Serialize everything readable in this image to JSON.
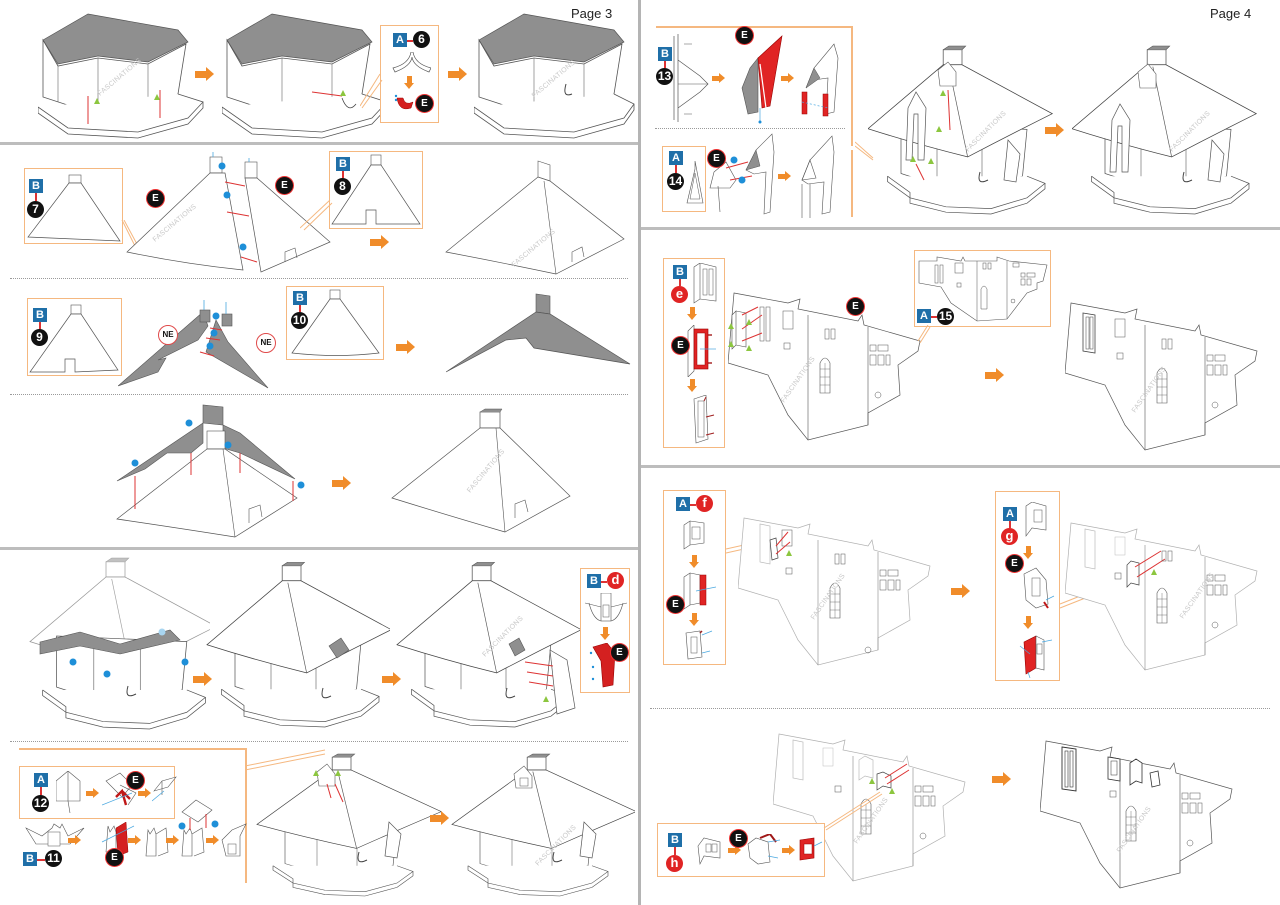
{
  "document": {
    "left_page": {
      "label": "Page 3"
    },
    "right_page": {
      "label": "Page 4"
    },
    "watermark": "FASCINATIONS",
    "colors": {
      "orange_arrow": "#f08c2a",
      "callout_border": "#f5b880",
      "sheet_badge_blue": "#1f6fa8",
      "part_badge_black": "#111111",
      "part_badge_red": "#e02424",
      "connector_red": "#dd3333",
      "dot_blue": "#1e8fd8",
      "triangle_green": "#8cc63f",
      "shaded_part": "#8f8f8f"
    }
  },
  "steps": {
    "step_6": {
      "sheet": "A",
      "part": "6",
      "tool": "E"
    },
    "step_7": {
      "sheet": "B",
      "part": "7",
      "tool": "E"
    },
    "step_8": {
      "sheet": "B",
      "part": "8",
      "tool": "E"
    },
    "step_9": {
      "sheet": "B",
      "part": "9",
      "tool": "NE",
      "tool2": "NE"
    },
    "step_10": {
      "sheet": "B",
      "part": "10"
    },
    "step_d": {
      "sheet": "B",
      "part": "d",
      "tool": "E"
    },
    "step_12": {
      "sheet": "A",
      "part": "12",
      "tool": "E"
    },
    "step_11": {
      "sheet": "B",
      "part": "11",
      "tool": "E"
    },
    "step_13": {
      "sheet": "B",
      "part": "13",
      "tool": "E"
    },
    "step_14": {
      "sheet": "A",
      "part": "14",
      "tool": "E"
    },
    "step_e": {
      "sheet": "B",
      "part": "e",
      "tool": "E",
      "tool2": "E"
    },
    "step_15": {
      "sheet": "A",
      "part": "15"
    },
    "step_f": {
      "sheet": "A",
      "part": "f",
      "tool": "E"
    },
    "step_g": {
      "sheet": "A",
      "part": "g",
      "tool": "E"
    },
    "step_h": {
      "sheet": "B",
      "part": "h",
      "tool": "E"
    }
  }
}
